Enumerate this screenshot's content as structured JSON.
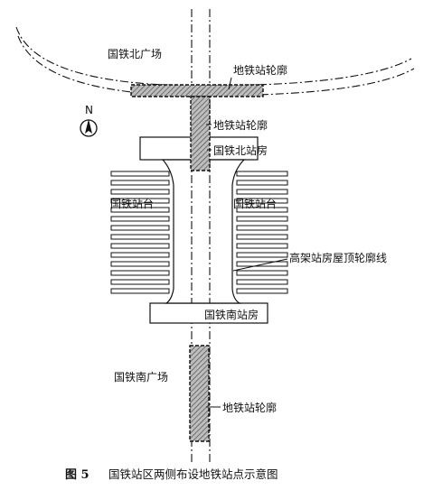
{
  "labels": {
    "north_plaza": "国铁北广场",
    "outline_top": "地铁站轮廓",
    "outline_mid": "地铁站轮廓",
    "north_station": "国铁北站房",
    "platform_left": "国铁站台",
    "platform_right": "国铁站台",
    "roof_outline": "高架站房屋顶轮廓线",
    "south_station": "国铁南站房",
    "south_plaza": "国铁南广场",
    "outline_bottom": "地铁站轮廓"
  },
  "compass": {
    "letter": "N"
  },
  "caption": {
    "figure": "图 5",
    "text": "国铁站区两侧布设地铁站点示意图"
  }
}
